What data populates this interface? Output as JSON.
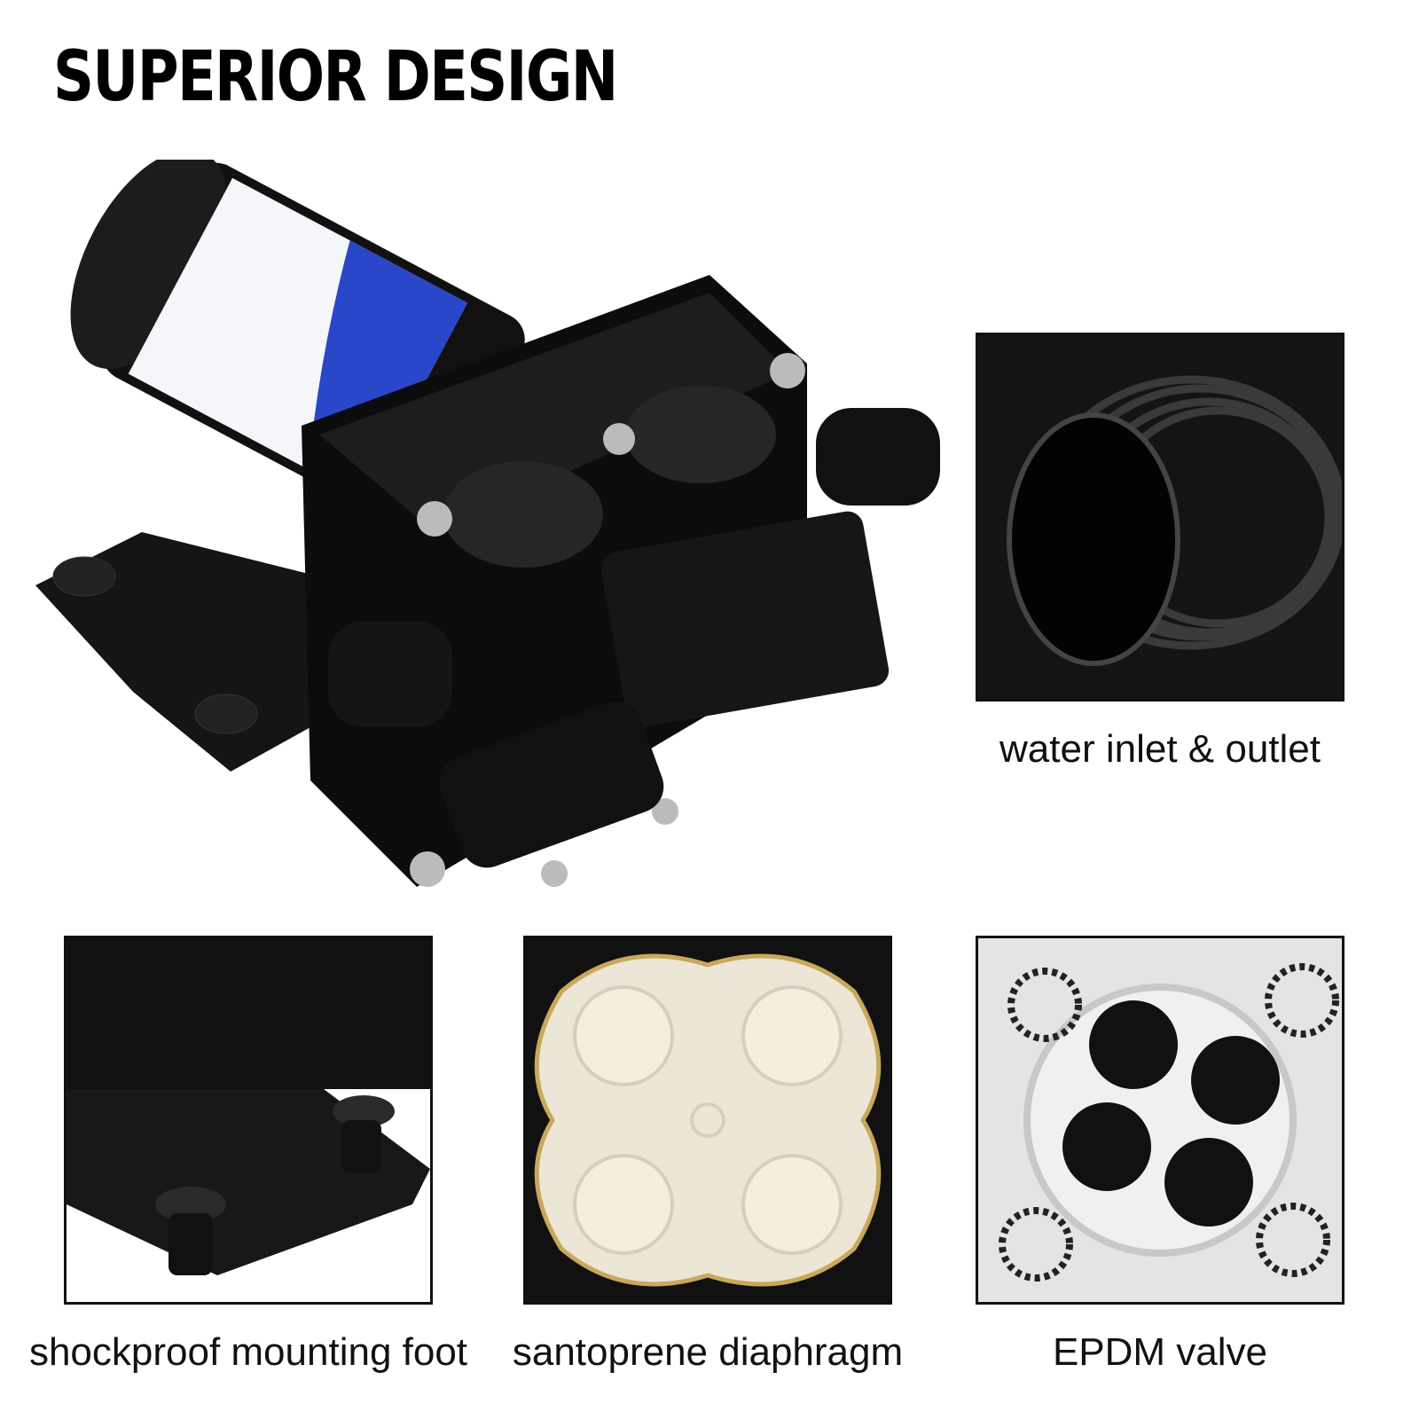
{
  "title": "SUPERIOR DESIGN",
  "main_image": {
    "icon": "water-pressure-pump-image"
  },
  "details": [
    {
      "caption": "water inlet & outlet",
      "icon": "threaded-port-closeup"
    },
    {
      "caption": "shockproof mounting foot",
      "icon": "mounting-foot-closeup"
    },
    {
      "caption": "santoprene diaphragm",
      "icon": "diaphragm-closeup"
    },
    {
      "caption": "EPDM valve",
      "icon": "valve-closeup"
    }
  ]
}
